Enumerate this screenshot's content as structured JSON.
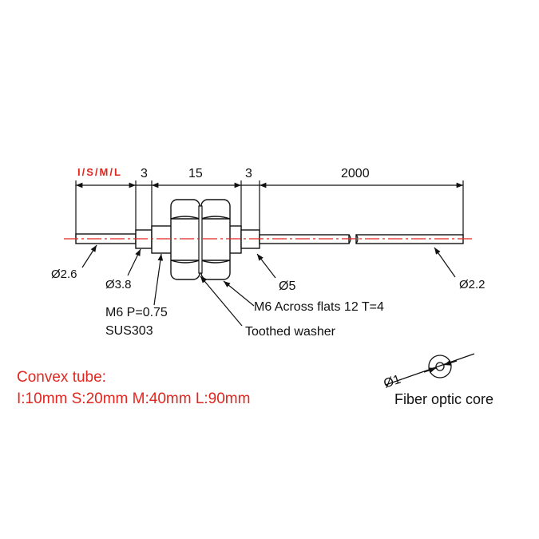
{
  "dimensions": {
    "convex_length": "I/S/M/L",
    "left_collar": "3",
    "thread_length": "15",
    "right_collar": "3",
    "cable_length": "2000"
  },
  "callouts": {
    "tube_diameter": "Ø2.6",
    "collar_diameter": "Ø3.8",
    "thread_spec": "M6 P=0.75",
    "material": "SUS303",
    "nut_spec": "M6 Across flats 12  T=4",
    "neck_diameter": "Ø5",
    "washer": "Toothed washer",
    "cable_diameter": "Ø2.2"
  },
  "convex_tube": {
    "title": "Convex tube:",
    "sizes": "I:10mm  S:20mm  M:40mm  L:90mm"
  },
  "core": {
    "diameter": "Ø1",
    "label": "Fiber optic core"
  },
  "colors": {
    "drawing": "#111111",
    "accent": "#e0261f"
  }
}
